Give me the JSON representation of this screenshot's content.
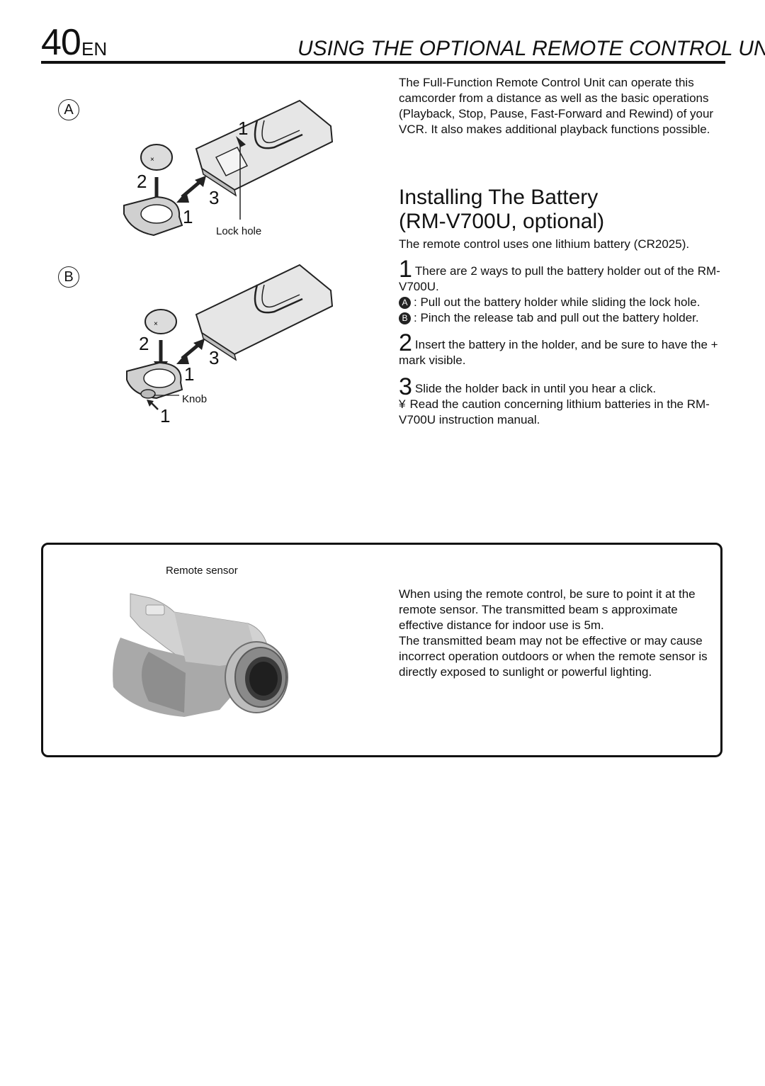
{
  "header": {
    "page_number": "40",
    "lang": "EN",
    "title": "USING THE OPTIONAL REMOTE CONTROL UNIT"
  },
  "intro": "The Full-Function Remote Control Unit can operate this camcorder from a distance as well as the basic operations (Playback, Stop, Pause, Fast-Forward and Rewind) of your VCR. It also makes additional playback functions possible.",
  "battery_section": {
    "heading_line1": "Installing The Battery",
    "heading_line2": "(RM-V700U, optional)",
    "lead": "The remote control uses one lithium battery (CR2025).",
    "step1_num": "1",
    "step1_text": "There are 2 ways to pull the battery holder out of the RM-V700U.",
    "sub_a_mark": "A",
    "sub_a_text": ": Pull out the battery holder while sliding the lock hole.",
    "sub_b_mark": "B",
    "sub_b_text": ": Pinch the release tab and pull out the battery holder.",
    "step2_num": "2",
    "step2_text": "Insert the battery in the holder, and be sure to have the  +  mark visible.",
    "step3_num": "3",
    "step3_text": "Slide the holder back in until you hear a click.",
    "note_bullet": "¥",
    "note_text": "Read the caution concerning lithium batteries in the RM-V700U instruction manual."
  },
  "figure_a": {
    "letter": "A",
    "n1_top": "1",
    "n2": "2",
    "n3": "3",
    "n1_bottom": "1",
    "lock_hole_label": "Lock hole"
  },
  "figure_b": {
    "letter": "B",
    "n2": "2",
    "n3": "3",
    "n1_mid": "1",
    "knob_label": "Knob",
    "n1_knob": "1"
  },
  "sensor_box": {
    "label": "Remote sensor",
    "para1": "When using the remote control, be sure to point it at the remote sensor. The transmitted beam s approximate effective distance for indoor use is 5m.",
    "para2": "The transmitted beam may not be effective or may cause incorrect operation outdoors or when the remote sensor is directly exposed to sunlight or powerful lighting."
  }
}
